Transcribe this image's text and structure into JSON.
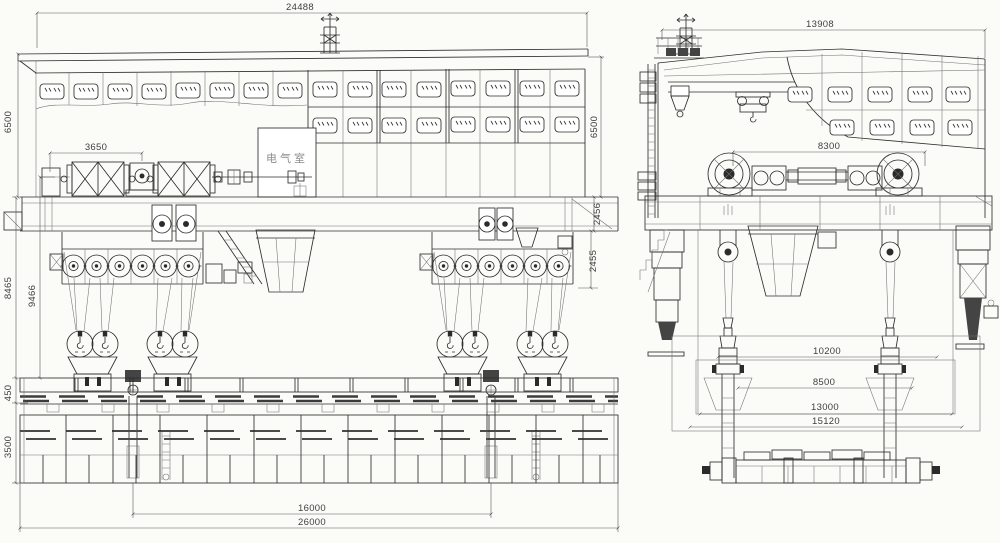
{
  "meta": {
    "paper_color": "#fbfbf8",
    "ink_color": "#2e2e2e"
  },
  "front_view": {
    "name": "front-elevation",
    "electrical_room_label": "电气室",
    "dims": {
      "overall_width": "24488",
      "height_left": "6500",
      "height_right": "6500",
      "winch_gauge": "3650",
      "girder_depth": "2456",
      "under_clearance": "2455",
      "hoist_height_a": "8465",
      "hoist_height_b": "9466",
      "deck_edge": "450",
      "beam_depth": "3500",
      "support_span": "16000",
      "beam_length": "26000"
    }
  },
  "side_view": {
    "name": "side-elevation",
    "dims": {
      "overall_width": "13908",
      "drum_gauge": "8300",
      "hook_gauge": "10200",
      "inner_gauge": "8500",
      "leg_gauge": "13000",
      "base_width": "15120"
    }
  }
}
